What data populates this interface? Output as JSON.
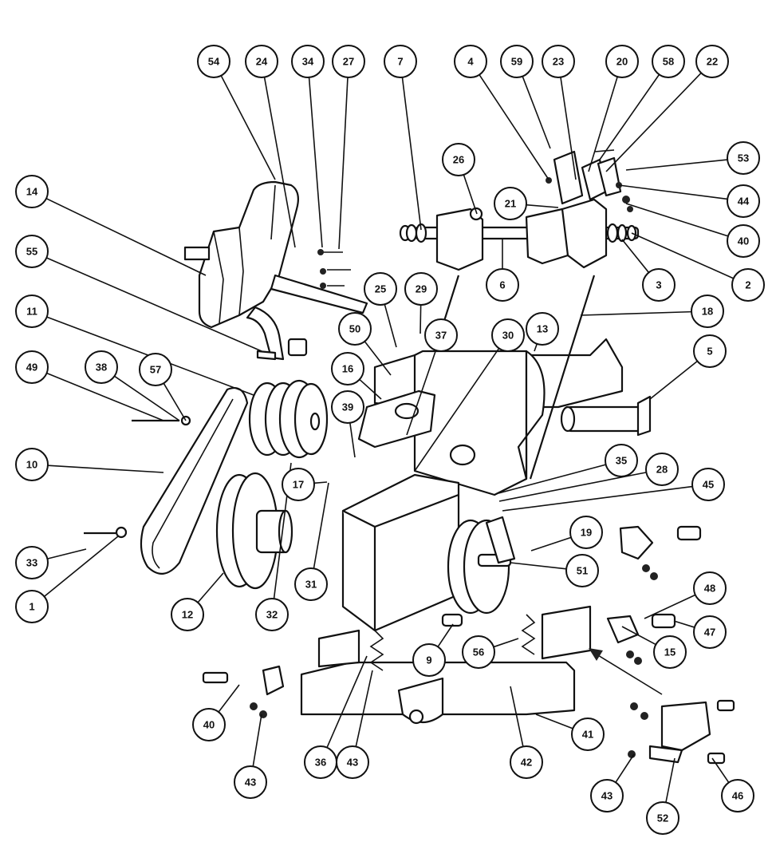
{
  "callouts": [
    {
      "n": "54"
    },
    {
      "n": "24"
    },
    {
      "n": "34"
    },
    {
      "n": "27"
    },
    {
      "n": "7"
    },
    {
      "n": "4"
    },
    {
      "n": "59"
    },
    {
      "n": "23"
    },
    {
      "n": "20"
    },
    {
      "n": "58"
    },
    {
      "n": "22"
    },
    {
      "n": "53"
    },
    {
      "n": "44"
    },
    {
      "n": "40"
    },
    {
      "n": "2"
    },
    {
      "n": "3"
    },
    {
      "n": "6"
    },
    {
      "n": "21"
    },
    {
      "n": "26"
    },
    {
      "n": "14"
    },
    {
      "n": "55"
    },
    {
      "n": "11"
    },
    {
      "n": "49"
    },
    {
      "n": "38"
    },
    {
      "n": "57"
    },
    {
      "n": "25"
    },
    {
      "n": "29"
    },
    {
      "n": "50"
    },
    {
      "n": "37"
    },
    {
      "n": "30"
    },
    {
      "n": "13"
    },
    {
      "n": "18"
    },
    {
      "n": "5"
    },
    {
      "n": "16"
    },
    {
      "n": "39"
    },
    {
      "n": "10"
    },
    {
      "n": "17"
    },
    {
      "n": "35"
    },
    {
      "n": "28"
    },
    {
      "n": "45"
    },
    {
      "n": "33"
    },
    {
      "n": "1"
    },
    {
      "n": "12"
    },
    {
      "n": "32"
    },
    {
      "n": "31"
    },
    {
      "n": "19"
    },
    {
      "n": "51"
    },
    {
      "n": "48"
    },
    {
      "n": "47"
    },
    {
      "n": "15"
    },
    {
      "n": "9"
    },
    {
      "n": "56"
    },
    {
      "n": "40"
    },
    {
      "n": "43"
    },
    {
      "n": "36"
    },
    {
      "n": "43"
    },
    {
      "n": "42"
    },
    {
      "n": "41"
    },
    {
      "n": "43"
    },
    {
      "n": "52"
    },
    {
      "n": "46"
    }
  ]
}
